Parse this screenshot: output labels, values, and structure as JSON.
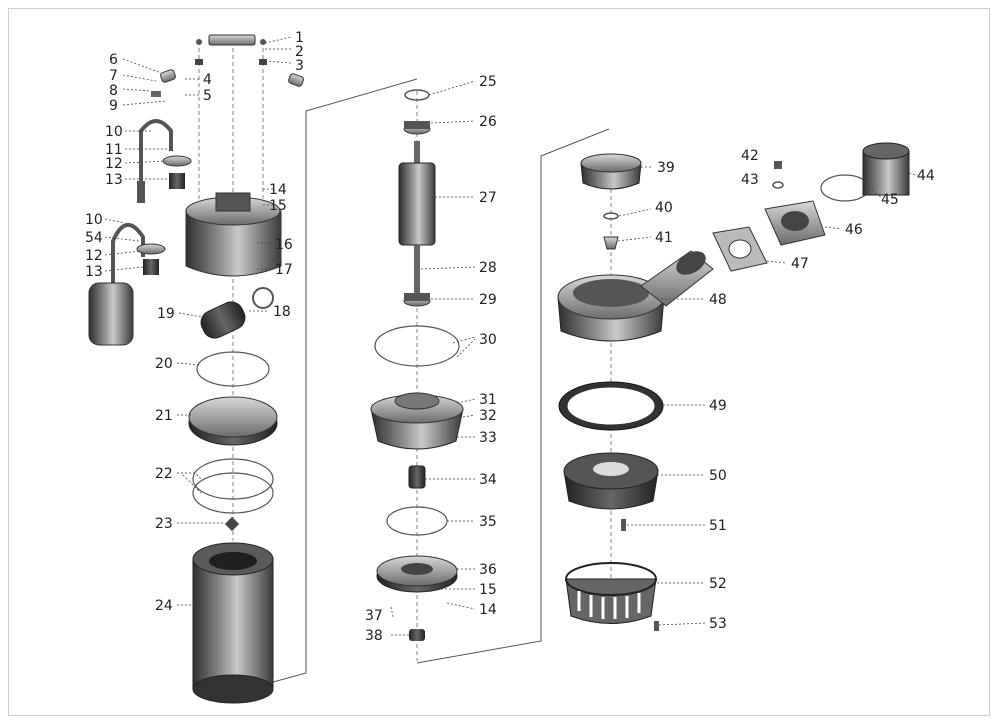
{
  "diagram": {
    "callouts": [
      {
        "id": "1",
        "label": "1"
      },
      {
        "id": "2",
        "label": "2"
      },
      {
        "id": "3",
        "label": "3"
      },
      {
        "id": "4",
        "label": "4"
      },
      {
        "id": "5",
        "label": "5"
      },
      {
        "id": "6",
        "label": "6"
      },
      {
        "id": "7",
        "label": "7"
      },
      {
        "id": "8",
        "label": "8"
      },
      {
        "id": "9",
        "label": "9"
      },
      {
        "id": "10a",
        "label": "10"
      },
      {
        "id": "11",
        "label": "11"
      },
      {
        "id": "12a",
        "label": "12"
      },
      {
        "id": "13a",
        "label": "13"
      },
      {
        "id": "14a",
        "label": "14"
      },
      {
        "id": "15a",
        "label": "15"
      },
      {
        "id": "10b",
        "label": "10"
      },
      {
        "id": "54",
        "label": "54"
      },
      {
        "id": "16",
        "label": "16"
      },
      {
        "id": "12b",
        "label": "12"
      },
      {
        "id": "13b",
        "label": "13"
      },
      {
        "id": "17",
        "label": "17"
      },
      {
        "id": "19",
        "label": "19"
      },
      {
        "id": "18",
        "label": "18"
      },
      {
        "id": "20",
        "label": "20"
      },
      {
        "id": "21",
        "label": "21"
      },
      {
        "id": "22",
        "label": "22"
      },
      {
        "id": "23",
        "label": "23"
      },
      {
        "id": "24",
        "label": "24"
      },
      {
        "id": "25",
        "label": "25"
      },
      {
        "id": "26",
        "label": "26"
      },
      {
        "id": "27",
        "label": "27"
      },
      {
        "id": "28",
        "label": "28"
      },
      {
        "id": "29",
        "label": "29"
      },
      {
        "id": "30",
        "label": "30"
      },
      {
        "id": "31",
        "label": "31"
      },
      {
        "id": "32",
        "label": "32"
      },
      {
        "id": "33",
        "label": "33"
      },
      {
        "id": "34",
        "label": "34"
      },
      {
        "id": "35",
        "label": "35"
      },
      {
        "id": "36",
        "label": "36"
      },
      {
        "id": "15b",
        "label": "15"
      },
      {
        "id": "14b",
        "label": "14"
      },
      {
        "id": "37",
        "label": "37"
      },
      {
        "id": "38",
        "label": "38"
      },
      {
        "id": "39",
        "label": "39"
      },
      {
        "id": "40",
        "label": "40"
      },
      {
        "id": "41",
        "label": "41"
      },
      {
        "id": "42",
        "label": "42"
      },
      {
        "id": "43",
        "label": "43"
      },
      {
        "id": "44",
        "label": "44"
      },
      {
        "id": "45",
        "label": "45"
      },
      {
        "id": "46",
        "label": "46"
      },
      {
        "id": "47",
        "label": "47"
      },
      {
        "id": "48",
        "label": "48"
      },
      {
        "id": "49",
        "label": "49"
      },
      {
        "id": "50",
        "label": "50"
      },
      {
        "id": "51",
        "label": "51"
      },
      {
        "id": "52",
        "label": "52"
      },
      {
        "id": "53",
        "label": "53"
      }
    ]
  },
  "colors": {
    "metal_dark": "#3e3e3e",
    "metal_mid": "#8a8a8a",
    "metal_light": "#d4d4d4",
    "line": "#444444"
  }
}
